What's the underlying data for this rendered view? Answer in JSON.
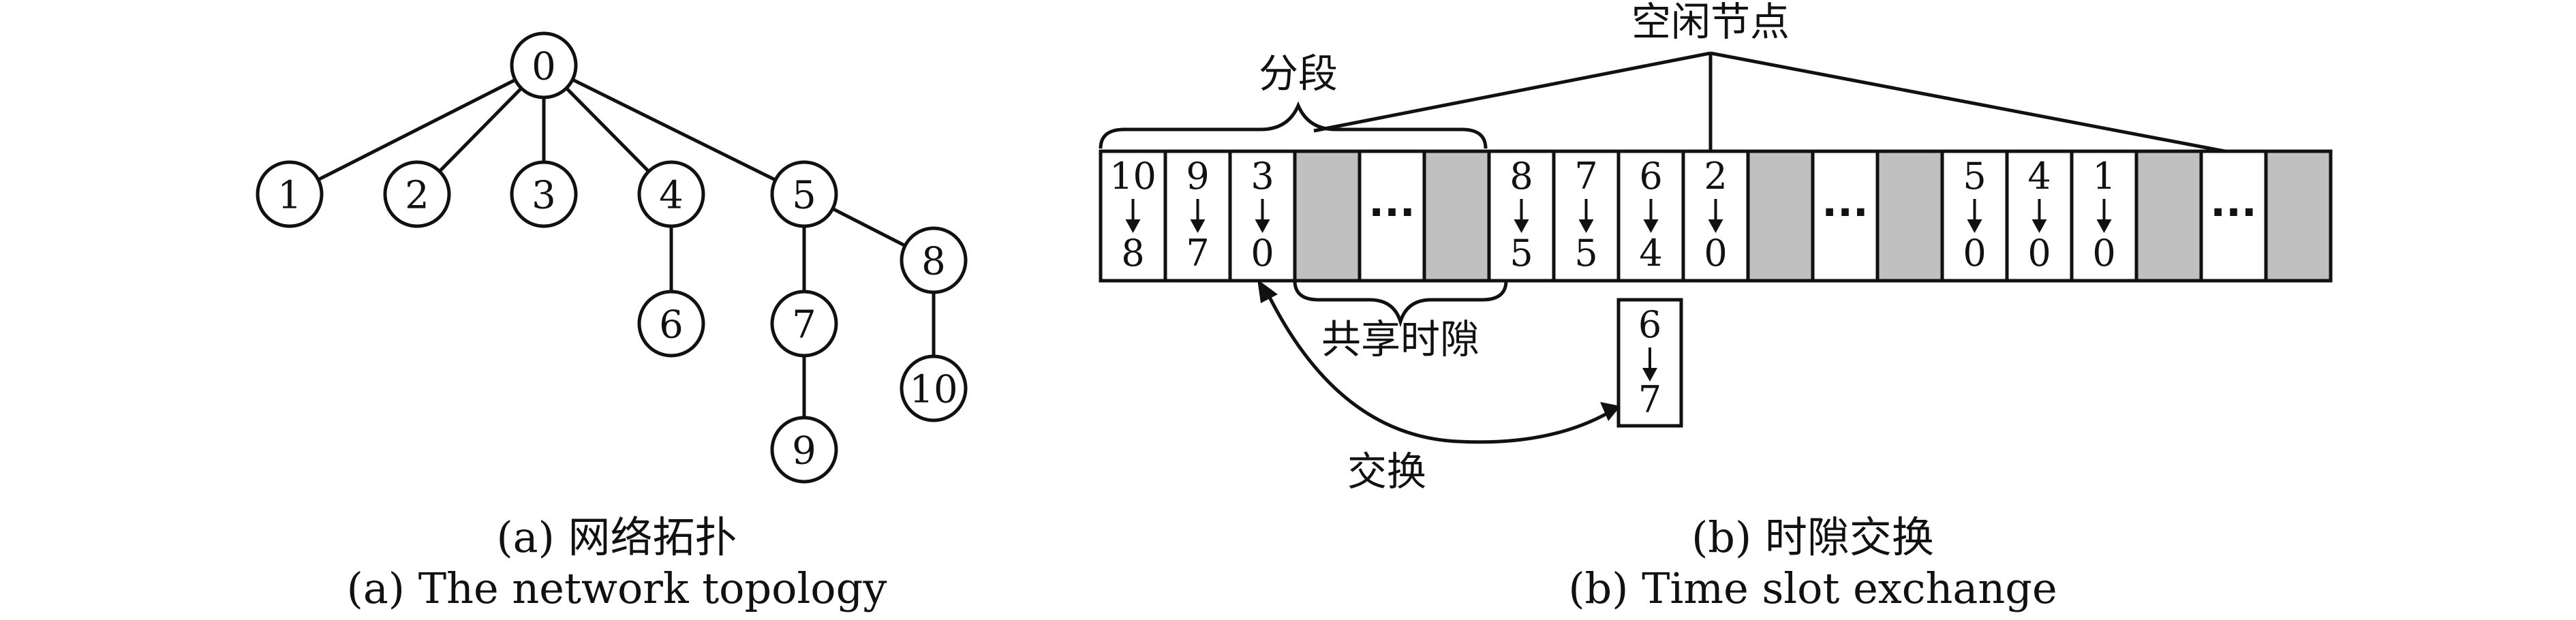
{
  "topology": {
    "nodes": [
      {
        "id": "0",
        "label": "0"
      },
      {
        "id": "1",
        "label": "1"
      },
      {
        "id": "2",
        "label": "2"
      },
      {
        "id": "3",
        "label": "3"
      },
      {
        "id": "4",
        "label": "4"
      },
      {
        "id": "5",
        "label": "5"
      },
      {
        "id": "6",
        "label": "6"
      },
      {
        "id": "7",
        "label": "7"
      },
      {
        "id": "8",
        "label": "8"
      },
      {
        "id": "9",
        "label": "9"
      },
      {
        "id": "10",
        "label": "10"
      }
    ],
    "edges": [
      [
        "0",
        "1"
      ],
      [
        "0",
        "2"
      ],
      [
        "0",
        "3"
      ],
      [
        "0",
        "4"
      ],
      [
        "0",
        "5"
      ],
      [
        "4",
        "6"
      ],
      [
        "5",
        "7"
      ],
      [
        "5",
        "8"
      ],
      [
        "7",
        "9"
      ],
      [
        "8",
        "10"
      ]
    ],
    "caption_cn": "(a) 网络拓扑",
    "caption_en": "(a) The network topology"
  },
  "timeslots": {
    "slots": [
      {
        "kind": "pair",
        "from": "10",
        "to": "8"
      },
      {
        "kind": "pair",
        "from": "9",
        "to": "7"
      },
      {
        "kind": "pair",
        "from": "3",
        "to": "0"
      },
      {
        "kind": "shared"
      },
      {
        "kind": "dots",
        "text": "···"
      },
      {
        "kind": "shared"
      },
      {
        "kind": "pair",
        "from": "8",
        "to": "5"
      },
      {
        "kind": "pair",
        "from": "7",
        "to": "5"
      },
      {
        "kind": "pair",
        "from": "6",
        "to": "4"
      },
      {
        "kind": "pair",
        "from": "2",
        "to": "0"
      },
      {
        "kind": "shared"
      },
      {
        "kind": "dots",
        "text": "···"
      },
      {
        "kind": "shared"
      },
      {
        "kind": "pair",
        "from": "5",
        "to": "0"
      },
      {
        "kind": "pair",
        "from": "4",
        "to": "0"
      },
      {
        "kind": "pair",
        "from": "1",
        "to": "0"
      },
      {
        "kind": "shared"
      },
      {
        "kind": "dots",
        "text": "···"
      },
      {
        "kind": "shared"
      }
    ],
    "exchange_slot": {
      "from": "6",
      "to": "7"
    },
    "label_segment": "分段",
    "label_idle_nodes": "空闲节点",
    "label_shared_slots": "共享时隙",
    "label_exchange": "交换",
    "caption_cn": "(b) 时隙交换",
    "caption_en": "(b) Time slot exchange"
  }
}
